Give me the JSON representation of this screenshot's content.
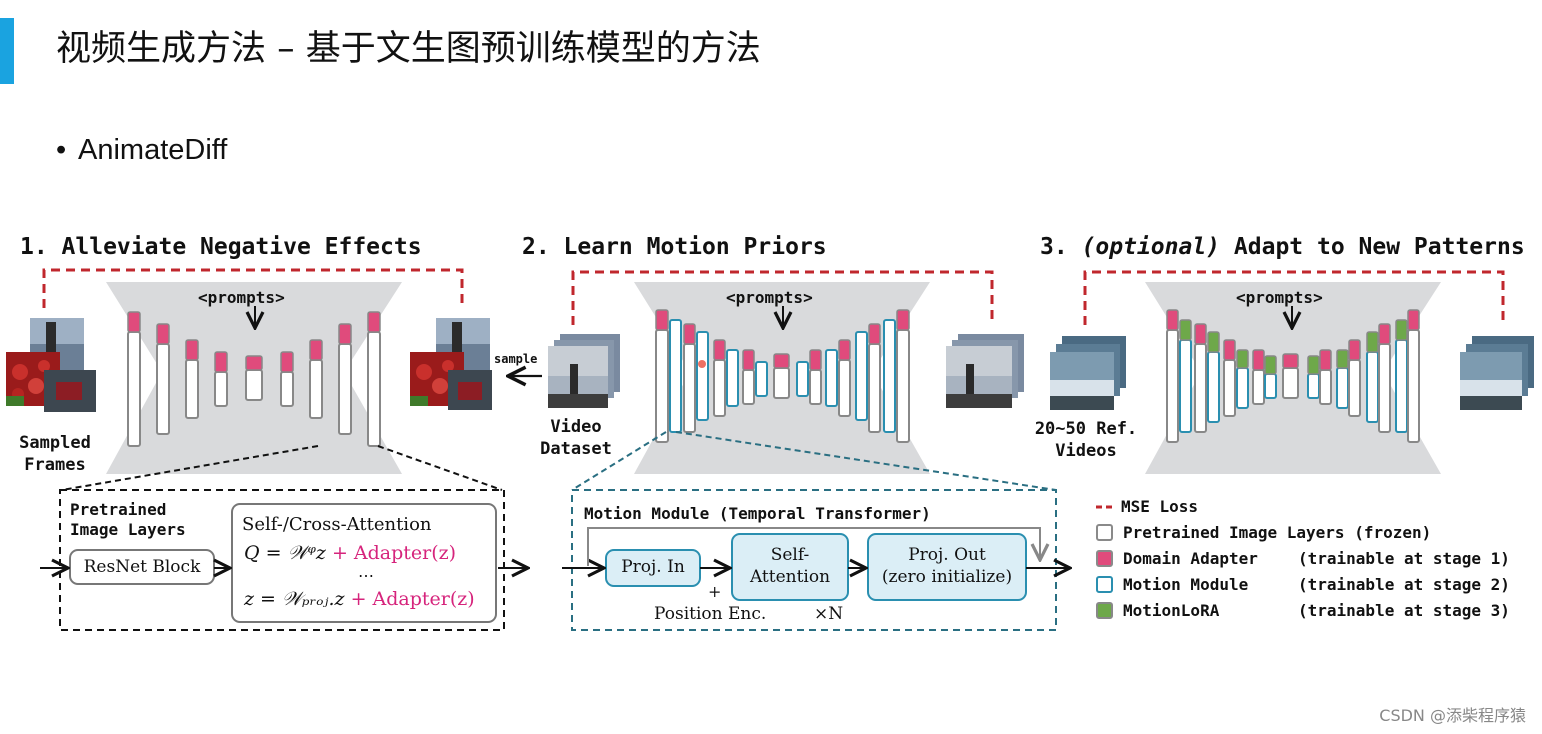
{
  "slide": {
    "title": "视频生成方法 – 基于文生图预训练模型的方法",
    "bullet": "AnimateDiff",
    "accent_color": "#1aa3e0"
  },
  "stages": {
    "stage1": {
      "title": "1. Alleviate Negative Effects",
      "prompts": "<prompts>",
      "frames_caption_1": "Sampled",
      "frames_caption_2": "Frames"
    },
    "stage2": {
      "title": "2. Learn Motion Priors",
      "prompts": "<prompts>",
      "sample_label": "sample",
      "dataset_caption_1": "Video",
      "dataset_caption_2": "Dataset"
    },
    "stage3": {
      "title_num": "3.",
      "title_italic": "(optional)",
      "title_rest": "Adapt to New Patterns",
      "prompts": "<prompts>",
      "ref_caption_1": "20~50 Ref.",
      "ref_caption_2": "Videos"
    }
  },
  "image_layers_box": {
    "title_1": "Pretrained",
    "title_2": "Image Layers",
    "resnet": "ResNet Block",
    "attn_title": "Self-/Cross-Attention",
    "eq1": "Q = 𝒲ᵠz",
    "eq1_adapter": "+ Adapter(z)",
    "dots": "⋯",
    "eq2": "z = 𝒲ₚᵣₒⱼ.z",
    "eq2_adapter": "+ Adapter(z)"
  },
  "motion_box": {
    "title": "Motion Module (Temporal Transformer)",
    "proj_in": "Proj. In",
    "self_attn_1": "Self-",
    "self_attn_2": "Attention",
    "proj_out_1": "Proj. Out",
    "proj_out_2": "(zero initialize)",
    "plus": "+",
    "pos_enc": "Position Enc.",
    "times_n": "×N"
  },
  "legend": [
    {
      "label": "MSE Loss",
      "stage": "",
      "color": "#c0272d",
      "kind": "dash"
    },
    {
      "label": "Pretrained Image Layers (frozen)",
      "stage": "",
      "color": "#8a8a8a",
      "kind": "box"
    },
    {
      "label": "Domain Adapter",
      "stage": "(trainable at stage 1)",
      "color": "#e04b7c",
      "kind": "box"
    },
    {
      "label": "Motion Module",
      "stage": "(trainable at stage 2)",
      "color": "#2a8fb0",
      "kind": "box"
    },
    {
      "label": "MotionLoRA",
      "stage": "(trainable at stage 3)",
      "color": "#6ea84a",
      "kind": "box"
    }
  ],
  "colors": {
    "mse": "#c0272d",
    "adapter": "#e04b7c",
    "motion": "#2a8fb0",
    "lora": "#6ea84a",
    "frozen": "#8a8a8a",
    "unet_fill": "#d9dadc"
  },
  "watermark": "CSDN @添柴程序猿"
}
